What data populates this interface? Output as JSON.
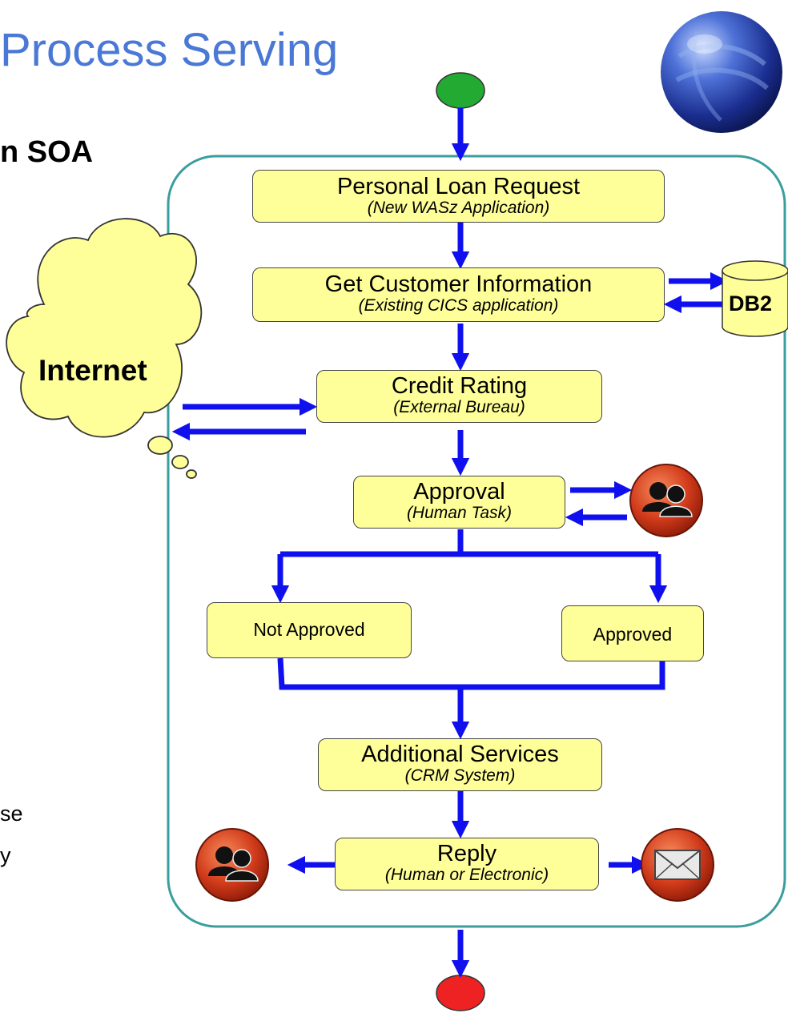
{
  "slide": {
    "title": "Process Serving",
    "subtitle_fragment": "n SOA",
    "side_fragment_1": "se",
    "side_fragment_2": "y"
  },
  "process": {
    "steps": [
      {
        "title": "Personal Loan Request",
        "sub": "(New WASz Application)"
      },
      {
        "title": "Get Customer Information",
        "sub": "(Existing CICS application)"
      },
      {
        "title": "Credit Rating",
        "sub": "(External Bureau)"
      },
      {
        "title": "Approval",
        "sub": "(Human Task)"
      },
      {
        "title": "Additional Services",
        "sub": "(CRM System)"
      },
      {
        "title": "Reply",
        "sub": "(Human or Electronic)"
      }
    ],
    "outcomes": {
      "not_approved": "Not Approved",
      "approved": "Approved"
    },
    "database_label": "DB2",
    "cloud_label": "Internet"
  },
  "icons": {
    "start": "start-node-icon",
    "end": "end-node-icon",
    "people": "people-icon",
    "mail": "envelope-icon",
    "globe": "globe-icon",
    "database": "database-icon",
    "cloud": "cloud-icon"
  },
  "colors": {
    "title": "#4a78d6",
    "arrow": "#1010ee",
    "box_fill": "#ffff99",
    "container_border": "#3a9e9e",
    "start": "#22aa33",
    "end": "#ee2222",
    "icon_red": "#d03a1a"
  }
}
